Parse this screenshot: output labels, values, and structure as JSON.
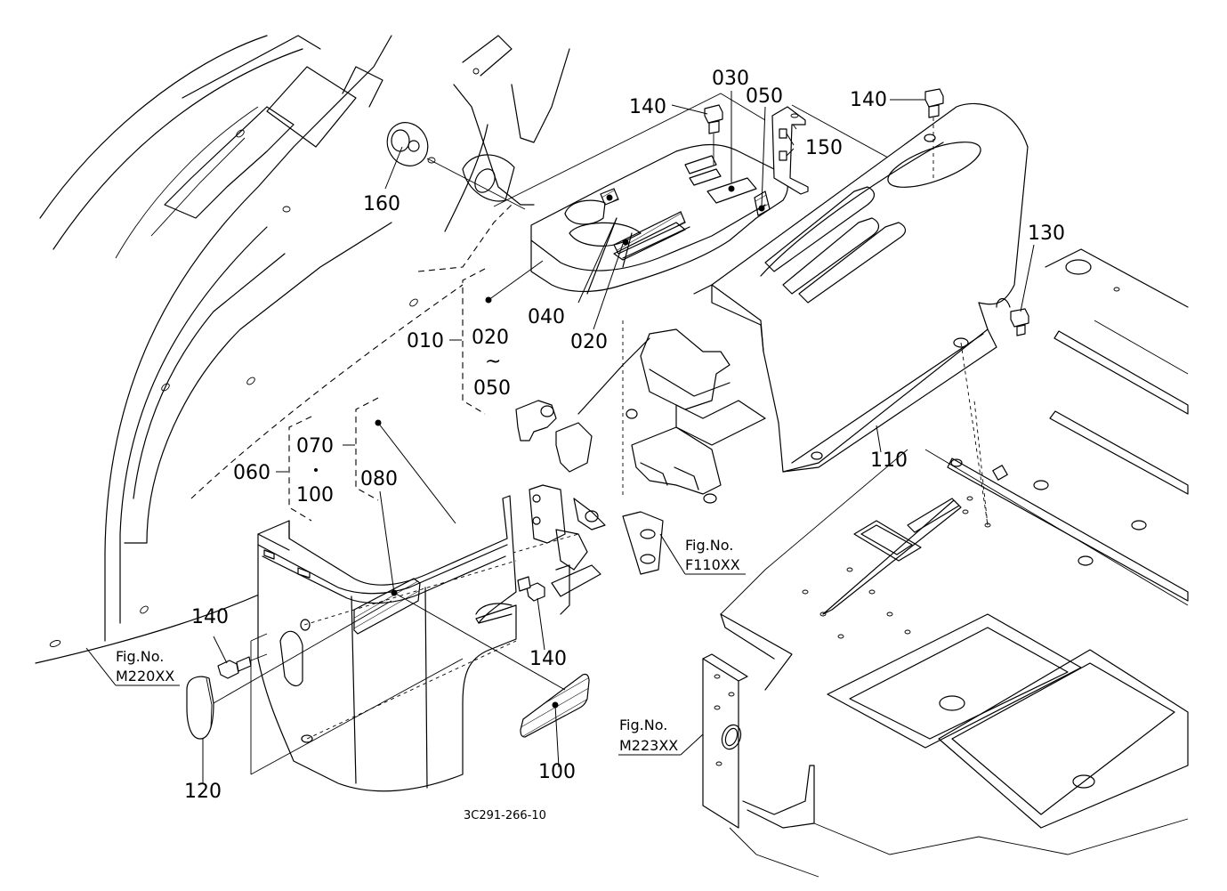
{
  "diagram": {
    "title": "Exploded parts view — control panel covers",
    "document_number": "3C291-266-10",
    "callouts": [
      {
        "id": "c-140-a",
        "label": "140",
        "part": "bolt"
      },
      {
        "id": "c-030",
        "label": "030",
        "part": "label"
      },
      {
        "id": "c-050",
        "label": "050",
        "part": "label"
      },
      {
        "id": "c-140-b",
        "label": "140",
        "part": "bolt"
      },
      {
        "id": "c-150",
        "label": "150",
        "part": "bracket"
      },
      {
        "id": "c-160",
        "label": "160",
        "part": "grommet"
      },
      {
        "id": "c-130",
        "label": "130",
        "part": "bolt"
      },
      {
        "id": "c-040",
        "label": "040",
        "part": "label"
      },
      {
        "id": "c-020-a",
        "label": "020",
        "part": "label"
      },
      {
        "id": "c-010",
        "label": "010",
        "part": "panel assembly"
      },
      {
        "id": "c-110",
        "label": "110",
        "part": "side cover"
      },
      {
        "id": "c-070",
        "label": "070",
        "part": "cover"
      },
      {
        "id": "c-060",
        "label": "060",
        "part": "cover assembly"
      },
      {
        "id": "c-080",
        "label": "080",
        "part": "label"
      },
      {
        "id": "c-140-c",
        "label": "140",
        "part": "bolt"
      },
      {
        "id": "c-140-d",
        "label": "140",
        "part": "bolt"
      },
      {
        "id": "c-120",
        "label": "120",
        "part": "cap"
      },
      {
        "id": "c-100",
        "label": "100",
        "part": "label"
      }
    ],
    "groups": [
      {
        "id": "g-010",
        "parent": "010",
        "range_start": "020",
        "range_sep": "~",
        "range_end": "050"
      },
      {
        "id": "g-060",
        "parent": "060",
        "range_start": "070",
        "range_sep": "·",
        "range_end": "100"
      }
    ],
    "figure_references": [
      {
        "id": "fig-f110",
        "prefix": "Fig.No.",
        "number": "F110XX"
      },
      {
        "id": "fig-m220",
        "prefix": "Fig.No.",
        "number": "M220XX"
      },
      {
        "id": "fig-m223",
        "prefix": "Fig.No.",
        "number": "M223XX"
      }
    ]
  }
}
